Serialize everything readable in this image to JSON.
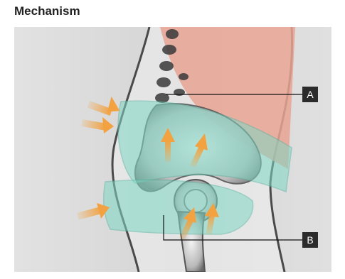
{
  "header": {
    "title": "Mechanism"
  },
  "figure": {
    "callouts": [
      {
        "id": "A",
        "label": "A"
      },
      {
        "id": "B",
        "label": "B"
      }
    ],
    "colors": {
      "background": "#d7d7d7",
      "muscle": "#e8a594",
      "belt": "#7fd7c4",
      "arrow": "#f2a241",
      "bone": "#3a3a3a"
    }
  }
}
